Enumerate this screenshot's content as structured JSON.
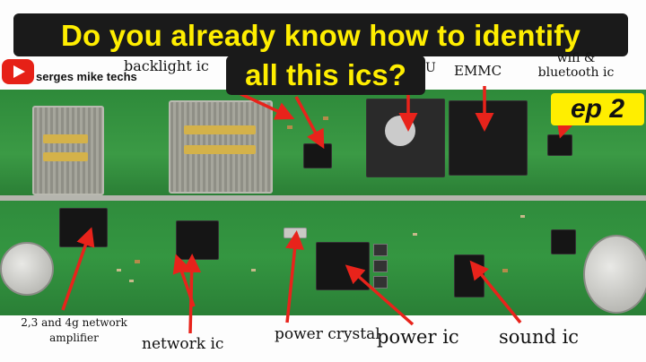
{
  "title": {
    "line1": "Do you already know how to identify",
    "line2": "all this ics?"
  },
  "channel": "serges mike techs",
  "episode": "ep 2",
  "labels": {
    "backlight": "backlight ic",
    "cpu": "U",
    "emmc": "EMMC",
    "wifi": "wifi & bluetooth ic",
    "amplifier": "2,3 and 4g network amplifier",
    "network": "network ic",
    "crystal": "power crystal",
    "power": "power ic",
    "sound": "sound ic"
  },
  "icons": {
    "logo": "youtube-play-icon"
  },
  "colors": {
    "title_text": "#ffee00",
    "title_bg": "#1a1a1a",
    "arrow": "#e8231b",
    "pcb": "#2f8a3a"
  }
}
